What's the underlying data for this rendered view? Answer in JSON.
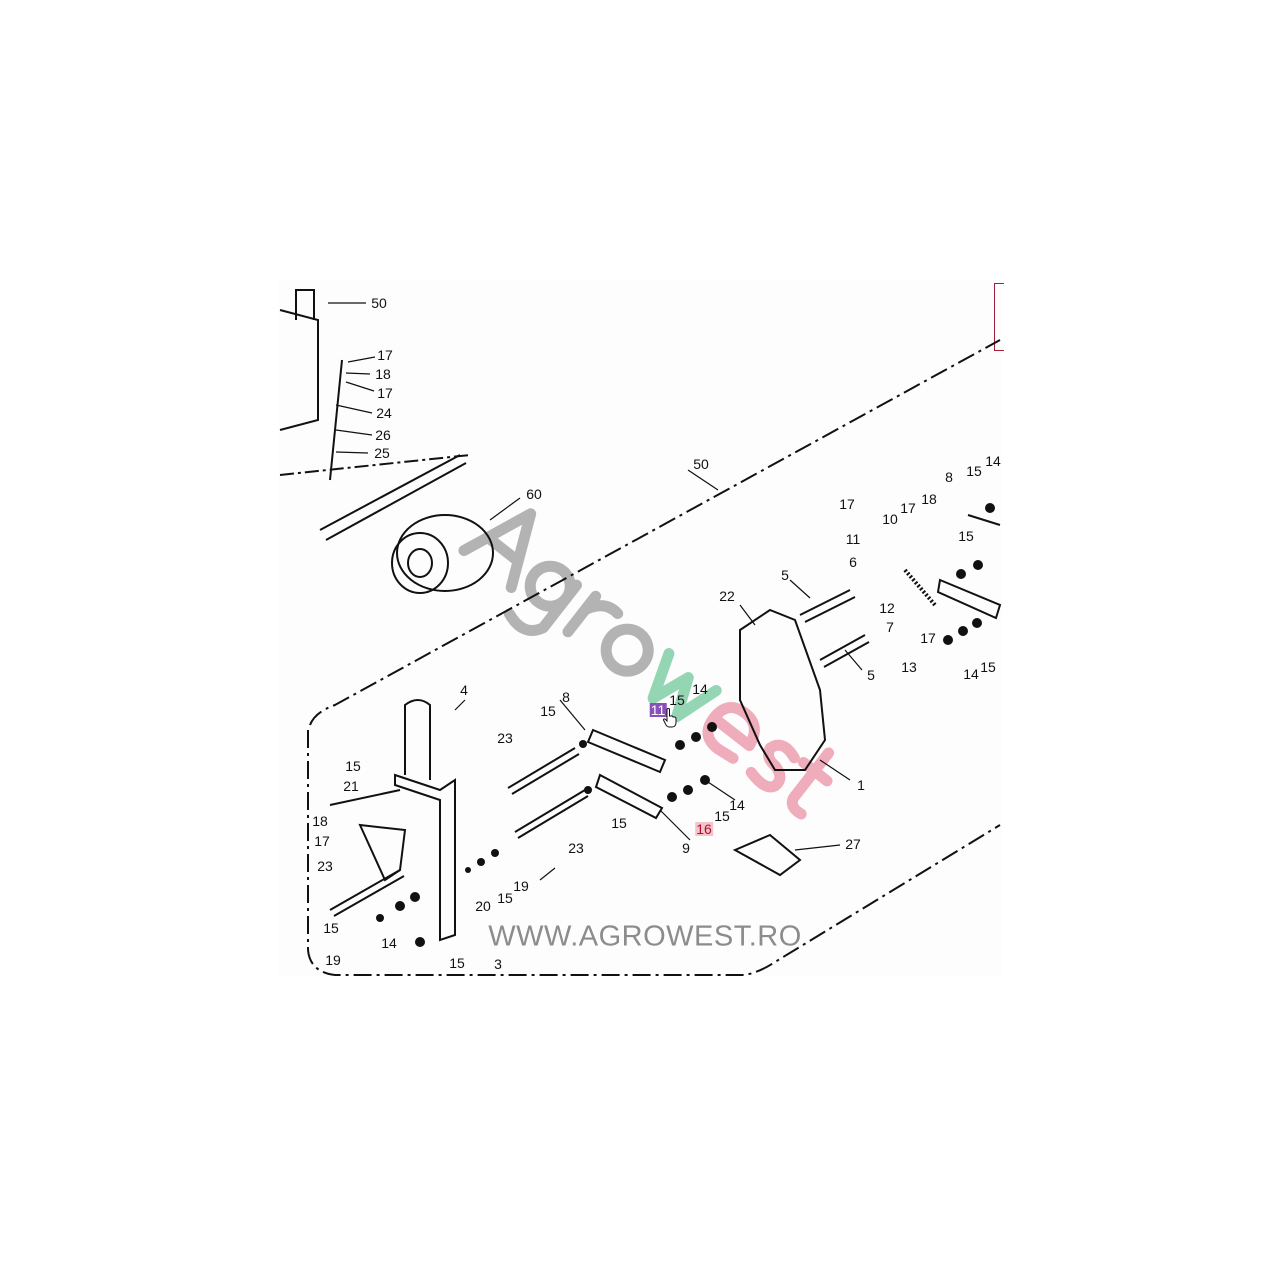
{
  "diagram": {
    "watermark": "WWW.AGROWEST.RO",
    "logo": {
      "part1": "Agro",
      "part2": "w",
      "part3": "est"
    },
    "colors": {
      "highlight_selected": "#8a4fb8",
      "highlight_red": "#b0102a",
      "logo_green": "#3fb878",
      "logo_pink": "#e46a86"
    },
    "callouts": [
      "50",
      "17",
      "18",
      "17",
      "24",
      "26",
      "25",
      "60",
      "50",
      "8",
      "15",
      "14",
      "17",
      "10",
      "17",
      "18",
      "15",
      "11",
      "6",
      "5",
      "22",
      "12",
      "7",
      "17",
      "13",
      "5",
      "14",
      "15",
      "4",
      "8",
      "15",
      "11",
      "15",
      "14",
      "23",
      "1",
      "15",
      "21",
      "18",
      "17",
      "23",
      "14",
      "15",
      "15",
      "16",
      "23",
      "9",
      "27",
      "19",
      "15",
      "20",
      "15",
      "14",
      "19",
      "15",
      "3"
    ]
  }
}
